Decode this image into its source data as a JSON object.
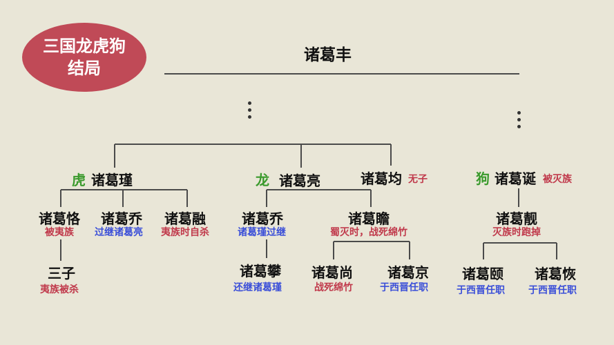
{
  "title": {
    "line1": "三国龙虎狗",
    "line2": "结局"
  },
  "root": "诸葛丰",
  "colors": {
    "red": "#c0394b",
    "blue": "#3b4fd8",
    "green": "#3a9a2c",
    "badge": "#c04a57"
  },
  "people": {
    "jin": {
      "mark": "虎",
      "name": "诸葛瑾"
    },
    "liang": {
      "mark": "龙",
      "name": "诸葛亮"
    },
    "jun": {
      "name": "诸葛均",
      "note": "无子"
    },
    "dan": {
      "mark": "狗",
      "name": "诸葛诞",
      "note": "被灭族"
    },
    "ke": {
      "name": "诸葛恪",
      "note": "被夷族"
    },
    "qiao1": {
      "name": "诸葛乔",
      "note": "过继诸葛亮"
    },
    "rong": {
      "name": "诸葛融",
      "note": "夷族时自杀"
    },
    "qiao2": {
      "name": "诸葛乔",
      "note": "诸葛瑾过继"
    },
    "zhan": {
      "name": "诸葛瞻",
      "note": "蜀灭时，战死绵竹"
    },
    "jing_son": {
      "name": "诸葛靓",
      "note": "灭族时跑掉"
    },
    "sanzi": {
      "name": "三子",
      "note": "夷族被杀"
    },
    "pan": {
      "name": "诸葛攀",
      "note": "还继诸葛瑾"
    },
    "shang": {
      "name": "诸葛尚",
      "note": "战死绵竹"
    },
    "jing_zhan": {
      "name": "诸葛京",
      "note": "于西晋任职"
    },
    "yi": {
      "name": "诸葛颐",
      "note": "于西晋任职"
    },
    "kai": {
      "name": "诸葛恢",
      "note": "于西晋任职"
    }
  }
}
